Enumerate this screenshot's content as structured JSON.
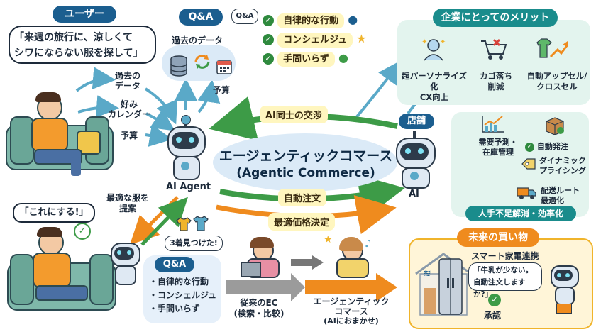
{
  "user": {
    "heading": "ユーザー",
    "bubble_line1": "「来週の旅行に、涼しくて",
    "bubble_line2": "シワにならない服を探して」",
    "decision_bubble": "「これにする!」"
  },
  "qa_top": {
    "title": "Q&A",
    "badge": "Q&A",
    "past_data": "過去のデータ",
    "budget": "予算"
  },
  "features": [
    "自律的な行動",
    "コンシェルジュ",
    "手間いらず"
  ],
  "inputs": {
    "past_data_l1": "過去の",
    "past_data_l2": "データ",
    "prefs_l1": "好み",
    "prefs_l2": "カレンダー",
    "budget": "予算"
  },
  "agent": {
    "label": "AI Agent",
    "suggest_l1": "最適な服を",
    "suggest_l2": "提案",
    "found": "3着見つけた!"
  },
  "center": {
    "title": "エージェンティックコマース",
    "subtitle": "(Agentic Commerce)",
    "negotiation": "AI同士の交渉",
    "auto_order": "自動注文",
    "best_price": "最適価格決定"
  },
  "qa_bottom": {
    "title": "Q&A",
    "items": [
      "・自律的な行動",
      "・コンシェルジュ",
      "・手間いらず"
    ]
  },
  "benefits": {
    "title": "企業にとってのメリット",
    "items": [
      {
        "l1": "超パーソナライズ化",
        "l2": "CX向上"
      },
      {
        "l1": "カゴ落ち",
        "l2": "削減"
      },
      {
        "l1": "自動アップセル/",
        "l2": "クロスセル"
      }
    ]
  },
  "store": {
    "heading": "店舗",
    "ai_label": "AI",
    "demand_l1": "需要予測・",
    "demand_l2": "在庫管理",
    "auto_order": "自動発注",
    "dynamic_l1": "ダイナミック",
    "dynamic_l2": "プライシング",
    "route_l1": "配送ルート",
    "route_l2": "最適化",
    "footer": "人手不足解消・効率化"
  },
  "compare": {
    "old_l1": "従来のEC",
    "old_l2": "(検索・比較)",
    "new_l1": "エージェンティック",
    "new_l2": "コマース",
    "new_l3": "(AIにおまかせ)"
  },
  "future": {
    "title": "未来の買い物",
    "sub": "スマート家電連携",
    "msg_l1": "「牛乳が少ない。",
    "msg_l2": "自動注文しますか?」",
    "approve": "承認"
  },
  "colors": {
    "navy": "#1b5e8f",
    "teal": "#1a8c8c",
    "green": "#3d9b47",
    "orange": "#ef8b1e",
    "mint_bg": "#e3f4ee",
    "cream_bg": "#fff5d8"
  }
}
